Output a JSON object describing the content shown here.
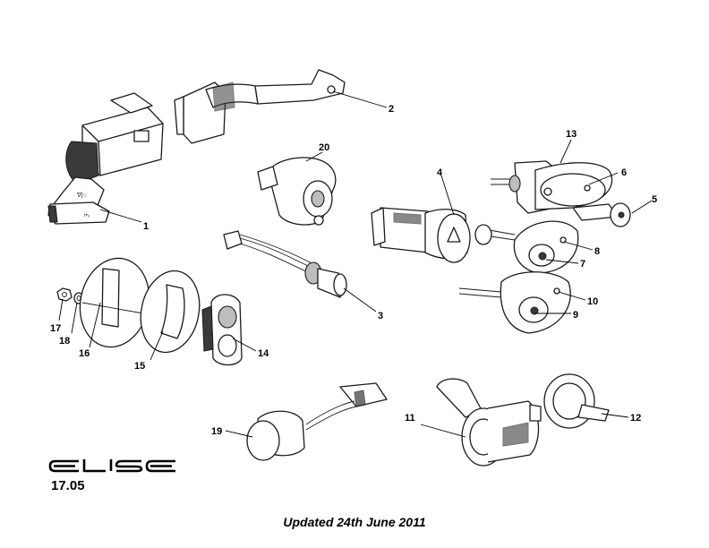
{
  "brand": "ELISE",
  "section_code": "17.05",
  "footer": "Updated 24th June 2011",
  "callouts": {
    "c1": "1",
    "c2": "2",
    "c3": "3",
    "c4": "4",
    "c5": "5",
    "c6": "6",
    "c7": "7",
    "c8": "8",
    "c9": "9",
    "c10": "10",
    "c11": "11",
    "c12": "12",
    "c13": "13",
    "c14": "14",
    "c15": "15",
    "c16": "16",
    "c17": "17",
    "c18": "18",
    "c19": "19",
    "c20": "20"
  }
}
